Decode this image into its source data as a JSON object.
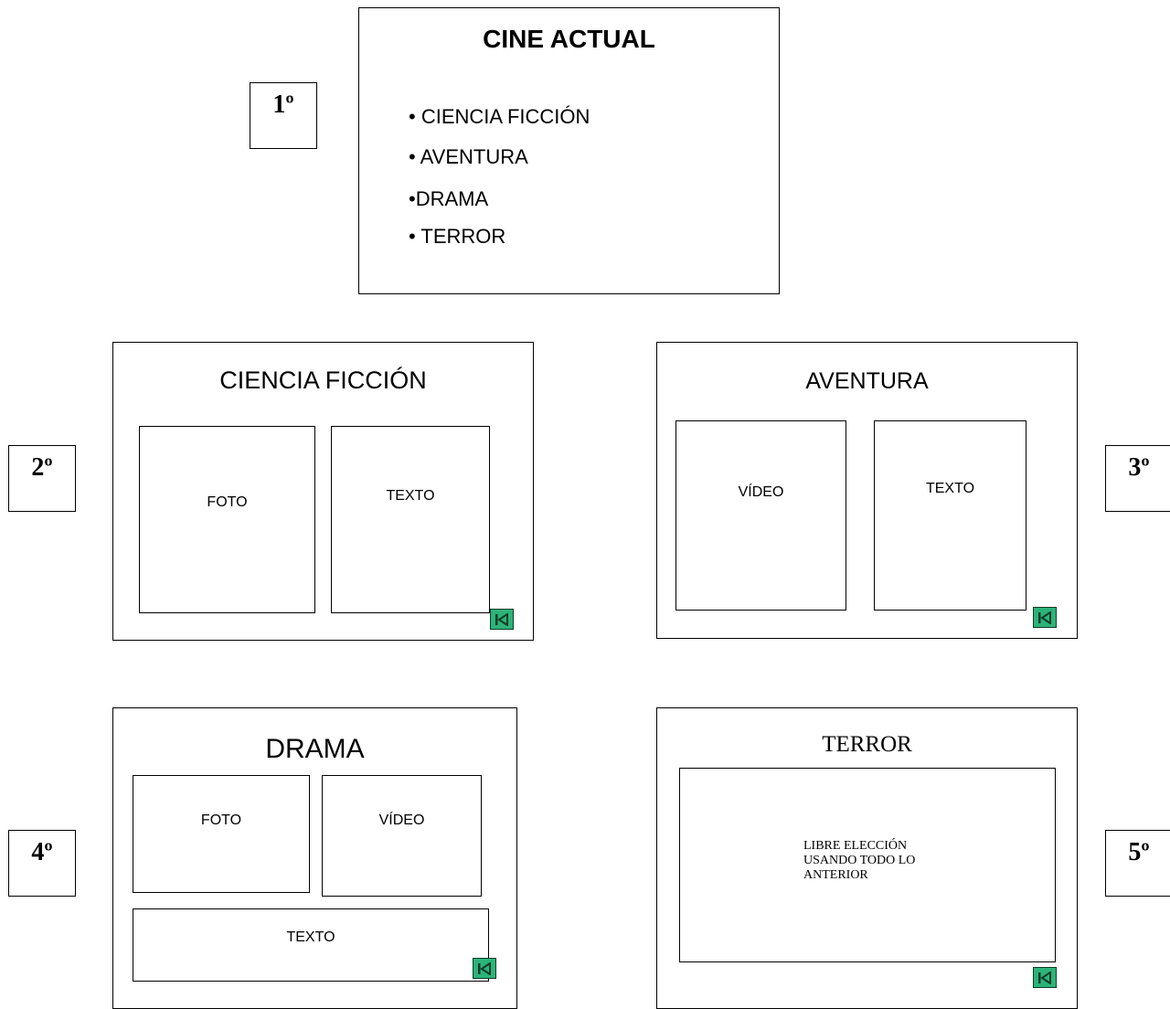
{
  "step_labels": [
    "1º",
    "2º",
    "3º",
    "4º",
    "5º"
  ],
  "main_slide": {
    "title": "CINE ACTUAL",
    "items": [
      "CIENCIA FICCIÓN",
      "AVENTURA",
      "DRAMA",
      "TERROR"
    ]
  },
  "slide_scifi": {
    "title": "CIENCIA FICCIÓN",
    "left": "FOTO",
    "right": "TEXTO"
  },
  "slide_adventure": {
    "title": "AVENTURA",
    "left": "VÍDEO",
    "right": "TEXTO"
  },
  "slide_drama": {
    "title": "DRAMA",
    "left": "FOTO",
    "right": "VÍDEO",
    "bottom": "TEXTO"
  },
  "slide_terror": {
    "title": "TERROR",
    "body_lines": [
      "LIBRE ELECCIÓN",
      "USANDO TODO LO",
      "ANTERIOR"
    ]
  },
  "back_button_icon": "skip-back-icon",
  "colors": {
    "button_fill": "#2db37a",
    "button_border": "#0d3d27"
  }
}
